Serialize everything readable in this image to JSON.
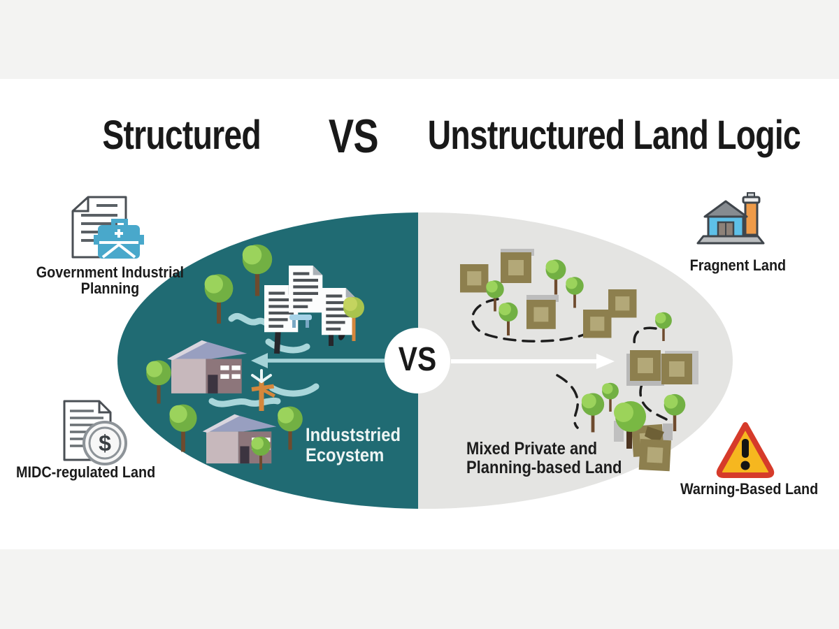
{
  "title": {
    "left": "Structured",
    "vs": "VS",
    "right": "Unstructured Land Logic"
  },
  "vs_badge": {
    "label": "VS"
  },
  "callouts": {
    "government": {
      "line1": "Government Industrial",
      "line2": "Planning",
      "icon": "document-briefcase-icon"
    },
    "midc": {
      "label": "MIDC-regulated Land",
      "symbol": "$",
      "icon": "document-dollar-icon"
    },
    "fragnent": {
      "label": "Fragnent Land",
      "icon": "factory-building-icon"
    },
    "warning": {
      "label": "Warning-Based Land",
      "icon": "warning-triangle-icon"
    }
  },
  "zones": {
    "structured": {
      "label_line1": "Induststried",
      "label_line2": "Ecoystem",
      "fill": "#206b73"
    },
    "unstructured": {
      "label_line1": "Mixed Private and",
      "label_line2": "Planning-based Land",
      "fill": "#e4e4e2"
    }
  },
  "icons": [
    "document-briefcase-icon",
    "document-dollar-icon",
    "dollar-coin-icon",
    "factory-building-icon",
    "warning-triangle-icon",
    "tree-icon",
    "house-icon",
    "documents-icon",
    "land-parcel-icon",
    "windmill-icon",
    "road-icon",
    "dashed-route-icon",
    "left-arrow-icon",
    "right-arrow-icon",
    "vs-circle"
  ],
  "colors": {
    "background": "#ffffff",
    "band": "#f3f3f2",
    "teal_half": "#206b73",
    "gray_half": "#e4e4e2",
    "left_arrow": "#a5d3d8",
    "right_arrow": "#ffffff",
    "text_dark": "#1b1b1b",
    "text_light": "#eef5f4",
    "tree_green": "#72b043",
    "tree_highlight": "#9bd35c",
    "parcel_outer": "#8d7f4e",
    "parcel_inner": "#b3a878",
    "warning_red": "#d63b2a",
    "warning_yellow": "#f6b71f",
    "icon_blue": "#5ec0e8",
    "chimney_orange": "#ef9b49"
  }
}
